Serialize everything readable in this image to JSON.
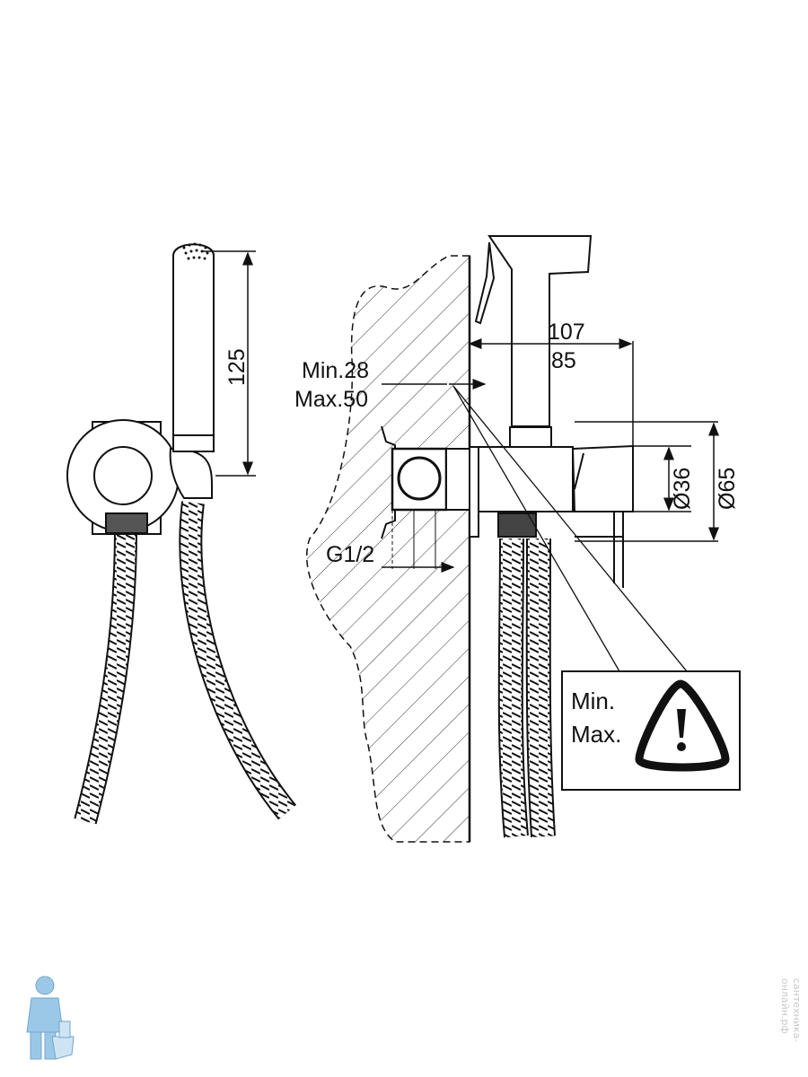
{
  "dimensions": {
    "handset_length": "125",
    "depth_overall": "107",
    "depth_body": "85",
    "wall_min": "Min.28",
    "wall_max": "Max.50",
    "thread": "G1/2",
    "dia_small": "Ø36",
    "dia_large": "Ø65"
  },
  "warning_box": {
    "line1": "Min.",
    "line2": "Max."
  },
  "side_watermark": "сантехника-онлайн.рф",
  "colors": {
    "line": "#111111",
    "hatch": "#333333",
    "logo": "#9cc8e8"
  }
}
